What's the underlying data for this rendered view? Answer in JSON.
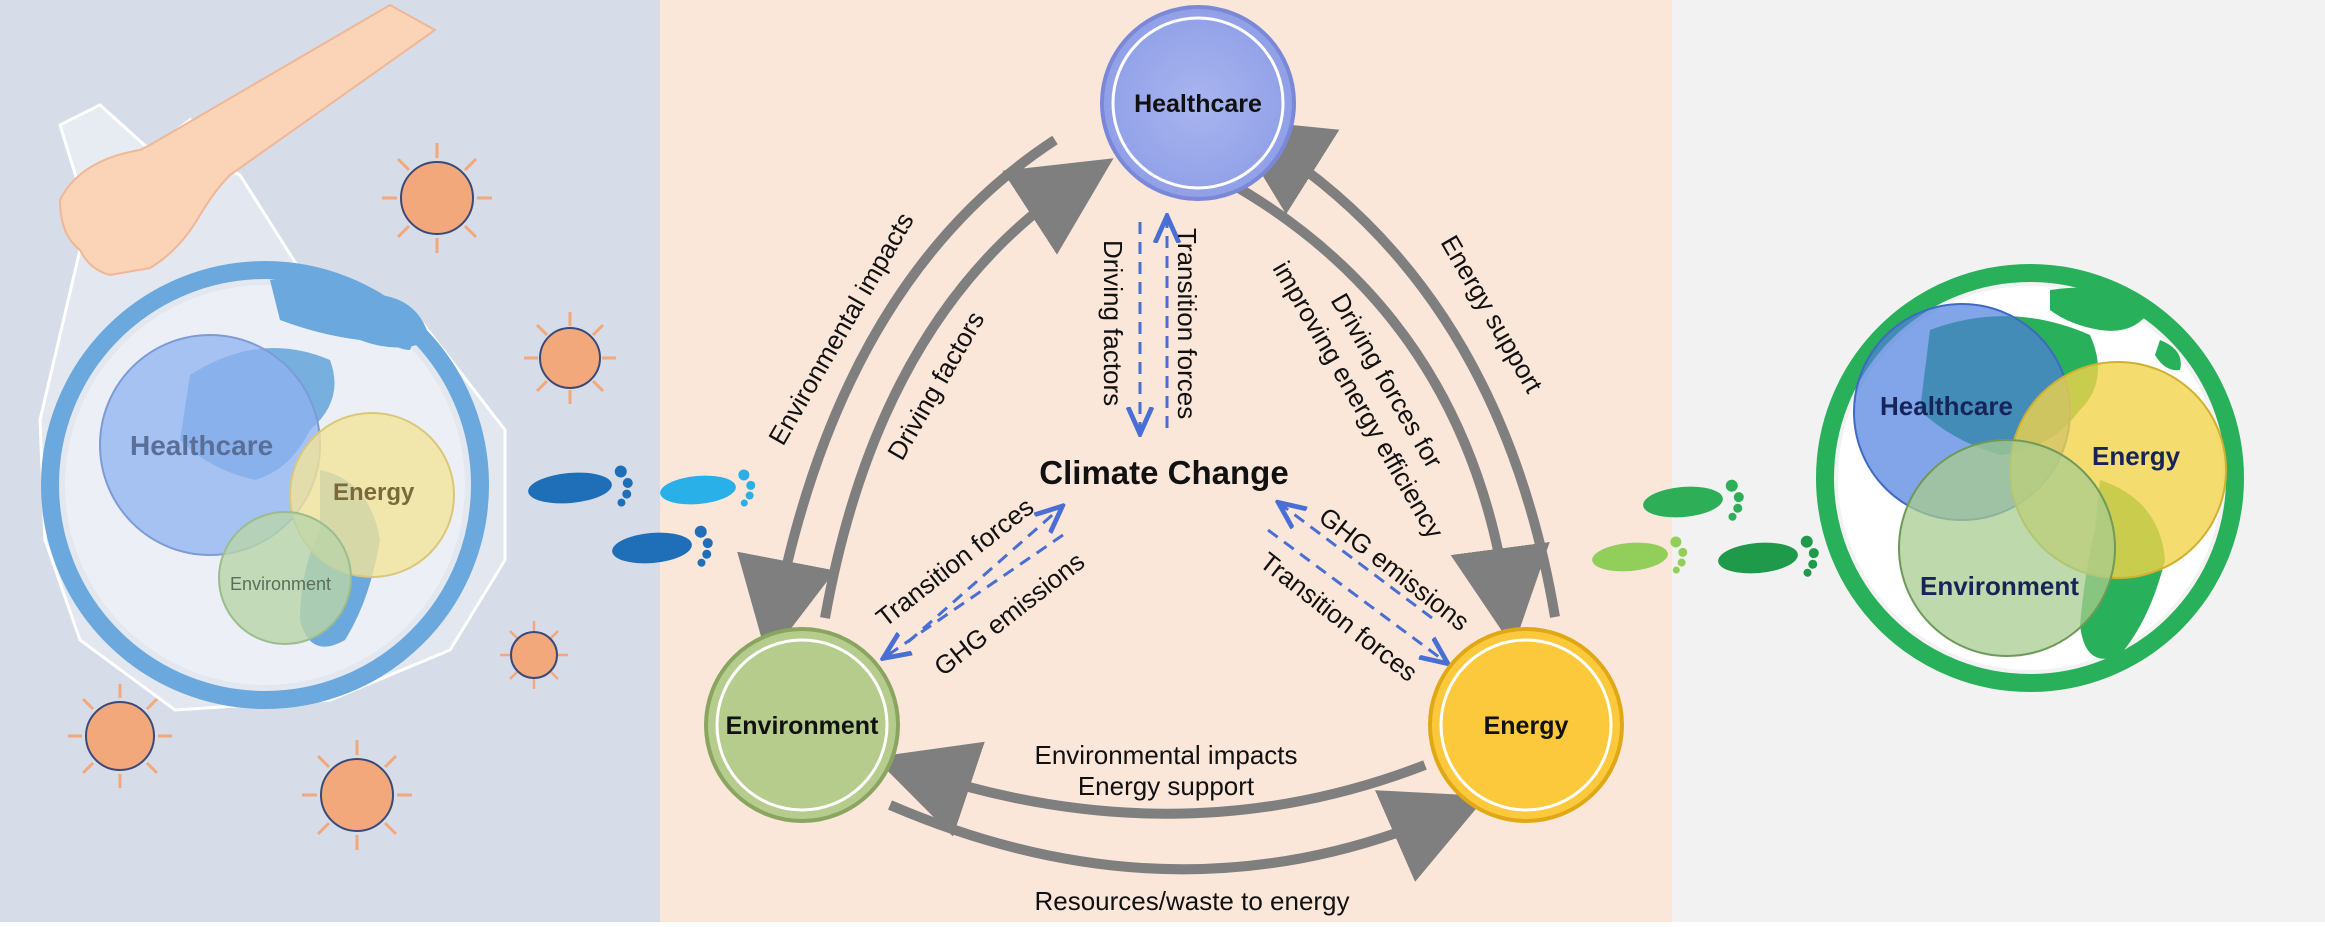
{
  "colors": {
    "left_panel_bg": "#d6dde8",
    "middle_panel_bg": "#fbe6da",
    "right_panel_bg": "#f2f2f2",
    "healthcare_node": "#9aa8ec",
    "environment_node": "#b6cc8d",
    "energy_node": "#fdc93c",
    "arrow_gray": "#7f7f7f",
    "dashed_blue": "#4a6fd4",
    "earth_blue": "#6aa8dd",
    "earth_green": "#28b05a",
    "virus_orange": "#f3a87c",
    "footprint_blue": "#1f6fb8",
    "footprint_green": "#2fae58"
  },
  "center": {
    "title": "Climate Change"
  },
  "nodes": {
    "healthcare": "Healthcare",
    "environment": "Environment",
    "energy": "Energy"
  },
  "outer_arrows": {
    "env_to_health_outer": "Environmental impacts",
    "health_to_env_inner": "Driving factors",
    "energy_to_health": "Energy support",
    "health_to_energy_line1": "Driving forces for",
    "health_to_energy_line2": "improving energy efficiency",
    "energy_to_env_line1": "Environmental impacts",
    "energy_to_env_line2": "Energy support",
    "env_to_energy": "Resources/waste to energy"
  },
  "inner_arrows": {
    "health_down": "Driving factors",
    "health_up": "Transition forces",
    "env_line1": "Transition forces",
    "env_line2": "GHG emissions",
    "energy_line1": "GHG emissions",
    "energy_line2": "Transition forces"
  },
  "left_globe": {
    "healthcare": "Healthcare",
    "energy": "Energy",
    "environment": "Environment"
  },
  "right_globe": {
    "healthcare": "Healthcare",
    "energy": "Energy",
    "environment": "Environment"
  },
  "icons": [
    "hand-icon",
    "plastic-bag-icon",
    "virus-icon",
    "footprint-icon",
    "earth-icon"
  ]
}
